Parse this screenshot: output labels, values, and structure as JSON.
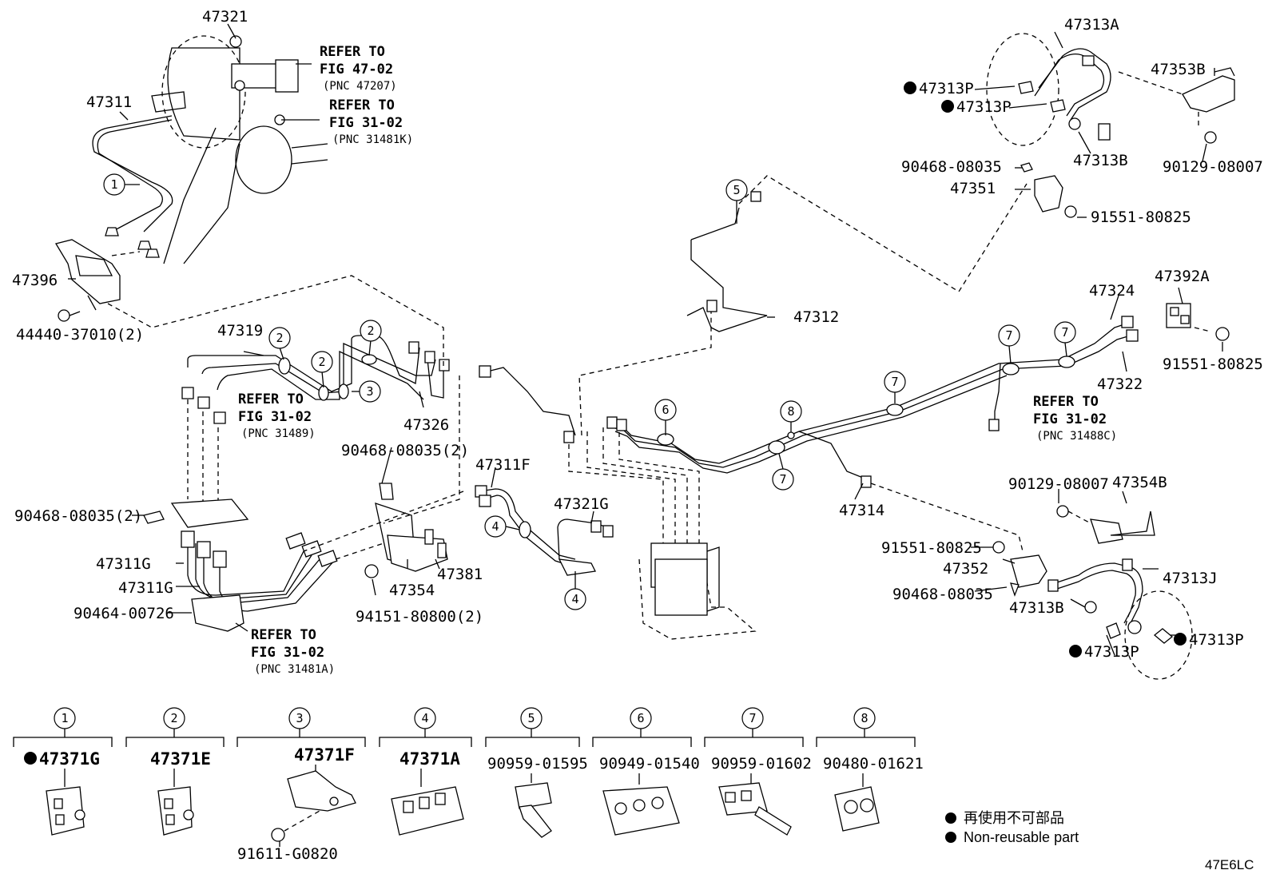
{
  "parts": {
    "p47321": "47321",
    "p47311": "47311",
    "p47396": "47396",
    "p44440": "44440-37010(2)",
    "p47313A": "47313A",
    "p47313P_1": "47313P",
    "p47313P_2": "47313P",
    "p47353B": "47353B",
    "p90468_top": "90468-08035",
    "p47313B_top": "47313B",
    "p90129_top": "90129-08007",
    "p47351": "47351",
    "p91551_top": "91551-80825",
    "p47312": "47312",
    "p47392A": "47392A",
    "p47324": "47324",
    "p91551_right": "91551-80825",
    "p47322": "47322",
    "p47319": "47319",
    "p47326": "47326",
    "p90468_2a": "90468-08035(2)",
    "p47311F": "47311F",
    "p47321G": "47321G",
    "p90468_2b": "90468-08035(2)",
    "p47311G_1": "47311G",
    "p47311G_2": "47311G",
    "p90464": "90464-00726",
    "p94151": "94151-80800(2)",
    "p47354": "47354",
    "p47381": "47381",
    "p47314": "47314",
    "p90129_mid": "90129-08007",
    "p47354B": "47354B",
    "p91551_mid": "91551-80825",
    "p47352": "47352",
    "p47313J": "47313J",
    "p90468_mid": "90468-08035",
    "p47313B_bot": "47313B",
    "p47313P_3": "47313P",
    "p47313P_4": "47313P"
  },
  "refers": {
    "r1": {
      "l1": "REFER TO",
      "l2": "FIG 47-02",
      "pnc": "(PNC 47207)"
    },
    "r2": {
      "l1": "REFER TO",
      "l2": "FIG 31-02",
      "pnc": "(PNC 31481K)"
    },
    "r3": {
      "l1": "REFER TO",
      "l2": "FIG 31-02",
      "pnc": "(PNC 31489)"
    },
    "r4": {
      "l1": "REFER TO",
      "l2": "FIG 31-02",
      "pnc": "(PNC 31488C)"
    },
    "r5": {
      "l1": "REFER TO",
      "l2": "FIG 31-02",
      "pnc": "(PNC 31481A)"
    }
  },
  "callouts": {
    "c1": "1",
    "c2": "2",
    "c3": "3",
    "c4": "4",
    "c5": "5",
    "c6": "6",
    "c7": "7",
    "c8": "8"
  },
  "clamps": [
    {
      "num": "1",
      "part": "47371G",
      "non_reusable": true
    },
    {
      "num": "2",
      "part": "47371E"
    },
    {
      "num": "3",
      "part": "47371F",
      "sub": "91611-G0820"
    },
    {
      "num": "4",
      "part": "47371A"
    },
    {
      "num": "5",
      "part": "90959-01595"
    },
    {
      "num": "6",
      "part": "90949-01540"
    },
    {
      "num": "7",
      "part": "90959-01602"
    },
    {
      "num": "8",
      "part": "90480-01621"
    }
  ],
  "legend": {
    "jp": "再使用不可部品",
    "en": "Non-reusable part"
  },
  "code": "47E6LC"
}
